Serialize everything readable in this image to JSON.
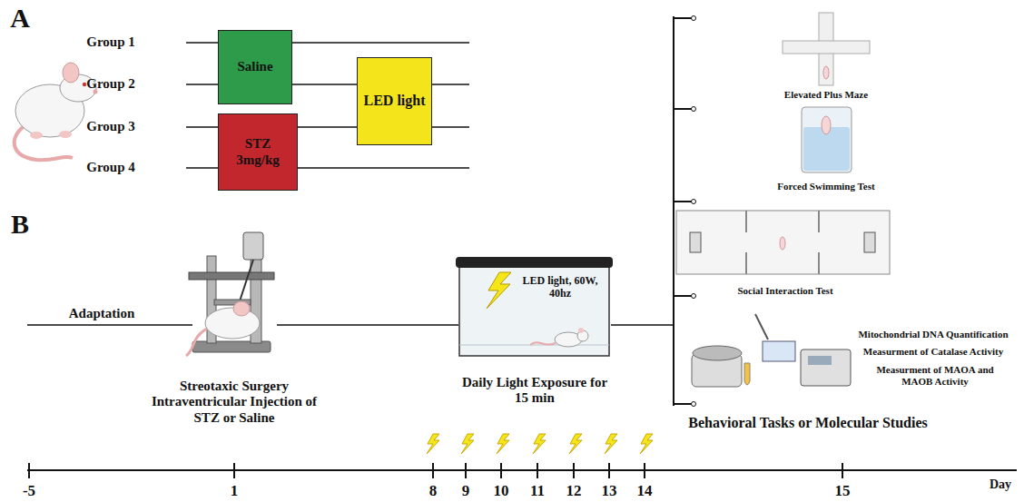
{
  "diagram": {
    "nodes": [
      {
        "text": [
          "Saline"
        ]
      },
      {
        "text": [
          "STZ 3mg/kg"
        ]
      },
      {
        "text": [
          "LED light"
        ]
      },
      {
        "text": [
          "LED light, 60W, 40hz",
          "Daily Light Exposure for 15 min"
        ]
      }
    ],
    "labels": [
      "A",
      "Group 1",
      "Group 2",
      "Group 3",
      "Group 4",
      "B",
      "Adaptation",
      "Streotaxic Surgery Intraventricular Injection of STZ or Saline",
      "Elevated Plus Maze",
      "Forced Swimming Test",
      "Social Interaction Test",
      "Mitochondrial DNA Quantification",
      "Measurment of Catalase Activity",
      "Measurment of MAOA and MAOB Activity",
      "Behavioral Tasks or Molecular Studies",
      "-5",
      "1",
      "8",
      "9",
      "10",
      "11",
      "12",
      "13",
      "14",
      "15",
      "Day"
    ]
  }
}
